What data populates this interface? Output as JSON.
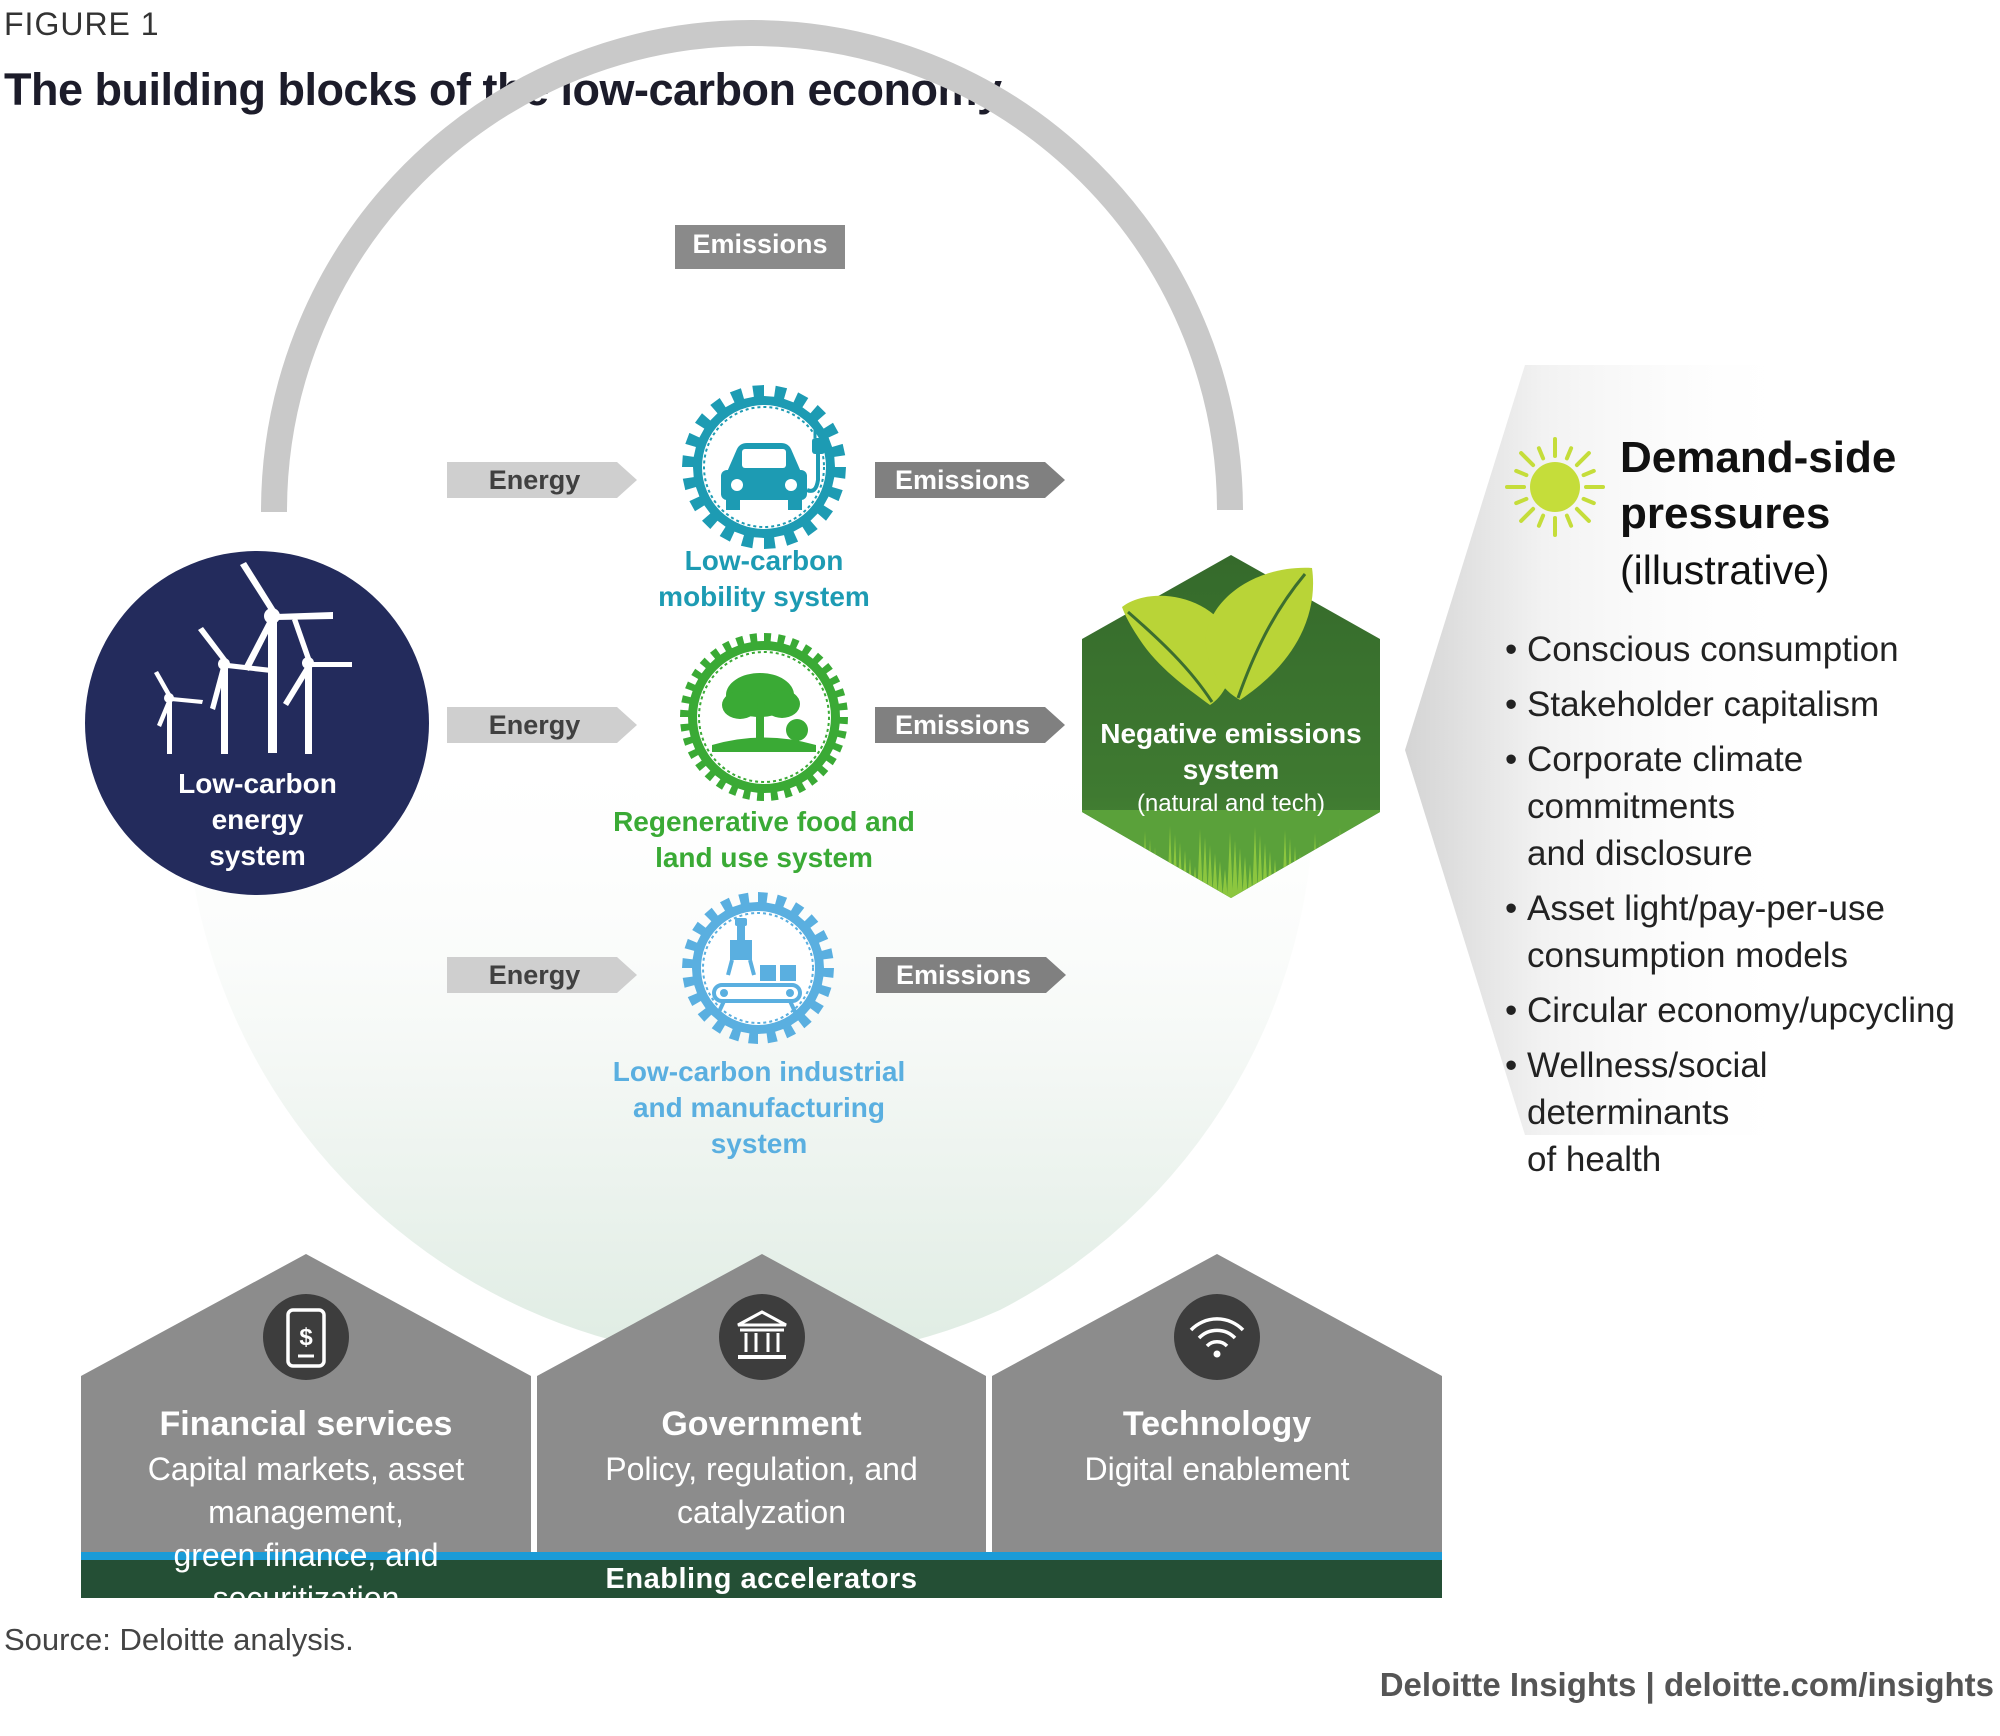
{
  "figure_label": "FIGURE 1",
  "title": "The building blocks of the low-carbon economy",
  "top_arc_label": "Emissions",
  "energy_system": {
    "line1": "Low-carbon",
    "line2": "energy system"
  },
  "rows": [
    {
      "energy": "Energy",
      "emissions": "Emissions",
      "line1": "Low-carbon",
      "line2": "mobility system",
      "line3": "",
      "color": "#1d9bb3"
    },
    {
      "energy": "Energy",
      "emissions": "Emissions",
      "line1": "Regenerative food and",
      "line2": "land use system",
      "line3": "",
      "color": "#3aaa35"
    },
    {
      "energy": "Energy",
      "emissions": "Emissions",
      "line1": "Low-carbon industrial",
      "line2": "and manufacturing",
      "line3": "system",
      "color": "#5aafe0"
    }
  ],
  "negative_emissions": {
    "line1": "Negative emissions",
    "line2": "system",
    "line3": "(natural and tech)"
  },
  "demand_side": {
    "title_line1": "Demand-side",
    "title_line2": "pressures",
    "subtitle": "(illustrative)",
    "items": [
      {
        "line1": "Conscious consumption",
        "line2": ""
      },
      {
        "line1": "Stakeholder capitalism",
        "line2": ""
      },
      {
        "line1": "Corporate climate commitments",
        "line2": "and  disclosure"
      },
      {
        "line1": "Asset light/pay-per-use",
        "line2": "consumption models"
      },
      {
        "line1": "Circular economy/upcycling",
        "line2": ""
      },
      {
        "line1": "Wellness/social determinants",
        "line2": "of health"
      }
    ]
  },
  "pillars": [
    {
      "title": "Financial services",
      "sub1": "Capital markets, asset management,",
      "sub2": "green finance, and securitization",
      "icon": "mobile-dollar-icon"
    },
    {
      "title": "Government",
      "sub1": "Policy, regulation, and catalyzation",
      "sub2": "",
      "icon": "bank-icon"
    },
    {
      "title": "Technology",
      "sub1": "Digital enablement",
      "sub2": "",
      "icon": "wifi-icon"
    }
  ],
  "enabling_bar": "Enabling accelerators",
  "source": "Source: Deloitte analysis.",
  "brand": "Deloitte Insights | deloitte.com/insights",
  "colors": {
    "navy": "#232b5c",
    "teal": "#1d9bb3",
    "green": "#3aaa35",
    "light_blue": "#5aafe0",
    "dark_green": "#3c6e2f",
    "lime": "#b9d437",
    "gray_arrow": "#808080",
    "light_gray_arrow": "#cfcfcf",
    "pillar_gray": "#8c8c8c",
    "bar_green": "#244f35",
    "bar_blue": "#1a9bd7"
  }
}
